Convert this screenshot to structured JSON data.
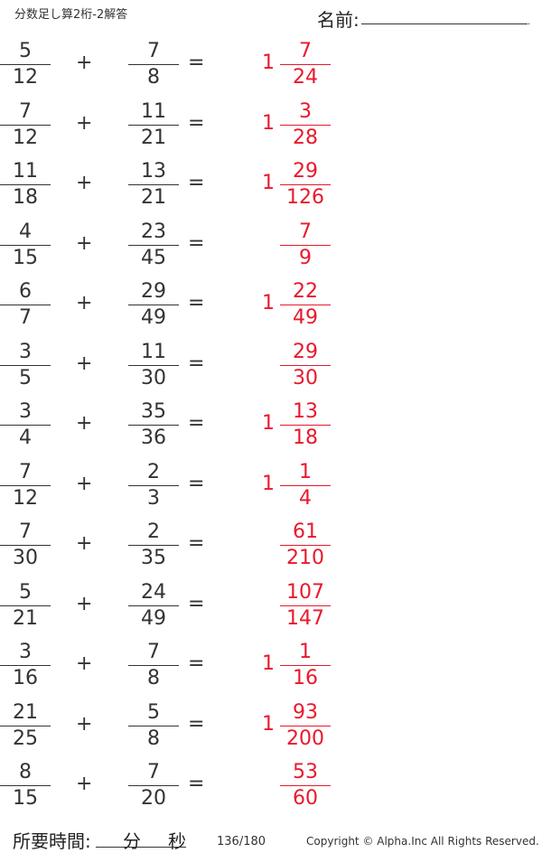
{
  "header": {
    "title": "分数足し算2桁-2解答",
    "name_label": "名前:",
    "name_end": "."
  },
  "symbols": {
    "plus": "+",
    "equals": "="
  },
  "problems": [
    {
      "a_num": "5",
      "a_den": "12",
      "b_num": "7",
      "b_den": "8",
      "ans_whole": "1",
      "ans_num": "7",
      "ans_den": "24"
    },
    {
      "a_num": "7",
      "a_den": "12",
      "b_num": "11",
      "b_den": "21",
      "ans_whole": "1",
      "ans_num": "3",
      "ans_den": "28"
    },
    {
      "a_num": "11",
      "a_den": "18",
      "b_num": "13",
      "b_den": "21",
      "ans_whole": "1",
      "ans_num": "29",
      "ans_den": "126"
    },
    {
      "a_num": "4",
      "a_den": "15",
      "b_num": "23",
      "b_den": "45",
      "ans_whole": "",
      "ans_num": "7",
      "ans_den": "9"
    },
    {
      "a_num": "6",
      "a_den": "7",
      "b_num": "29",
      "b_den": "49",
      "ans_whole": "1",
      "ans_num": "22",
      "ans_den": "49"
    },
    {
      "a_num": "3",
      "a_den": "5",
      "b_num": "11",
      "b_den": "30",
      "ans_whole": "",
      "ans_num": "29",
      "ans_den": "30"
    },
    {
      "a_num": "3",
      "a_den": "4",
      "b_num": "35",
      "b_den": "36",
      "ans_whole": "1",
      "ans_num": "13",
      "ans_den": "18"
    },
    {
      "a_num": "7",
      "a_den": "12",
      "b_num": "2",
      "b_den": "3",
      "ans_whole": "1",
      "ans_num": "1",
      "ans_den": "4"
    },
    {
      "a_num": "7",
      "a_den": "30",
      "b_num": "2",
      "b_den": "35",
      "ans_whole": "",
      "ans_num": "61",
      "ans_den": "210"
    },
    {
      "a_num": "5",
      "a_den": "21",
      "b_num": "24",
      "b_den": "49",
      "ans_whole": "",
      "ans_num": "107",
      "ans_den": "147"
    },
    {
      "a_num": "3",
      "a_den": "16",
      "b_num": "7",
      "b_den": "8",
      "ans_whole": "1",
      "ans_num": "1",
      "ans_den": "16"
    },
    {
      "a_num": "21",
      "a_den": "25",
      "b_num": "5",
      "b_den": "8",
      "ans_whole": "1",
      "ans_num": "93",
      "ans_den": "200"
    },
    {
      "a_num": "8",
      "a_den": "15",
      "b_num": "7",
      "b_den": "20",
      "ans_whole": "",
      "ans_num": "53",
      "ans_den": "60"
    }
  ],
  "footer": {
    "time_label": "所要時間:",
    "minutes": "分",
    "seconds": "秒",
    "page": "136/180",
    "copyright": "Copyright ©  Alpha.Inc All Rights Reserved."
  }
}
